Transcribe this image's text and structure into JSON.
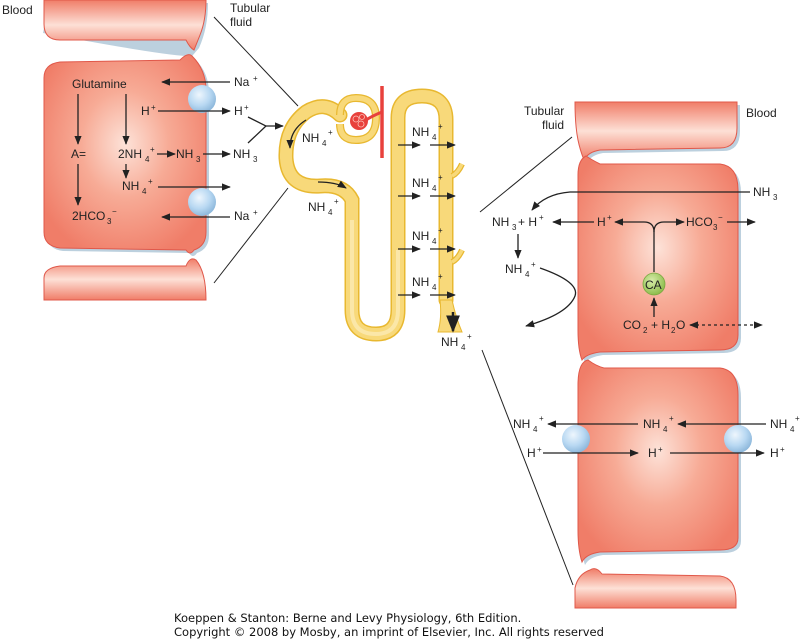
{
  "title": "Renal ammonium excretion diagram",
  "colors": {
    "cell_fill": "#f4937e",
    "cell_highlight": "#fbd3c6",
    "cell_edge": "#e0584a",
    "cell_shadow": "#bcd0de",
    "tubule_fill": "#f8d97a",
    "tubule_edge": "#e8b830",
    "glomerulus": "#e8413c",
    "transporter": "#b8d8f2",
    "carbonic_anhydrase": "#9cc95a",
    "arrow": "#222222"
  },
  "left_panel": {
    "label_blood": "Blood",
    "label_tubular_fluid_1": "Tubular",
    "label_tubular_fluid_2": "fluid",
    "glutamine": "Glutamine",
    "a_eq": "A=",
    "two_nh4": "2NH",
    "nh4": "NH",
    "nh3_cell": "NH",
    "nh3_lumen": "NH",
    "two_hco3": "2HCO",
    "na_top": "Na",
    "na_bottom": "Na",
    "h_cell": "H",
    "h_lumen": "H",
    "sub_4": "4",
    "sub_3": "3",
    "sup_plus": "+",
    "sup_minus": "−"
  },
  "nephron": {
    "labels": [
      {
        "id": "prox-top",
        "text": "NH",
        "sub": "4",
        "sup": "+"
      },
      {
        "id": "prox-bottom",
        "text": "NH",
        "sub": "4",
        "sup": "+"
      },
      {
        "id": "tal-1",
        "text": "NH",
        "sub": "4",
        "sup": "+"
      },
      {
        "id": "tal-2",
        "text": "NH",
        "sub": "4",
        "sup": "+"
      },
      {
        "id": "cd-1",
        "text": "NH",
        "sub": "4",
        "sup": "+"
      },
      {
        "id": "cd-2",
        "text": "NH",
        "sub": "4",
        "sup": "+"
      },
      {
        "id": "urine",
        "text": "NH",
        "sub": "4",
        "sup": "+"
      }
    ]
  },
  "right_panel": {
    "label_tubular_fluid_1": "Tubular",
    "label_tubular_fluid_2": "fluid",
    "label_blood": "Blood",
    "nh3_blood": "NH",
    "nh3_lumen": "NH",
    "plus_h": "+ H",
    "h_cell": "H",
    "hco3": "HCO",
    "nh4_lumen": "NH",
    "ca": "CA",
    "co2": "CO",
    "plus_h2o_a": "+ H",
    "plus_h2o_b": "O",
    "nh4_left": "NH",
    "nh4_mid": "NH",
    "nh4_right": "NH",
    "h_left": "H",
    "h_mid": "H",
    "h_right": "H",
    "sub_4": "4",
    "sub_3": "3",
    "sub_2": "2",
    "sup_plus": "+",
    "sup_minus": "−"
  },
  "caption": {
    "line1": "Koeppen & Stanton: Berne and Levy Physiology, 6th Edition.",
    "line2": "Copyright © 2008 by Mosby, an imprint of Elsevier, Inc. All rights reserved"
  }
}
